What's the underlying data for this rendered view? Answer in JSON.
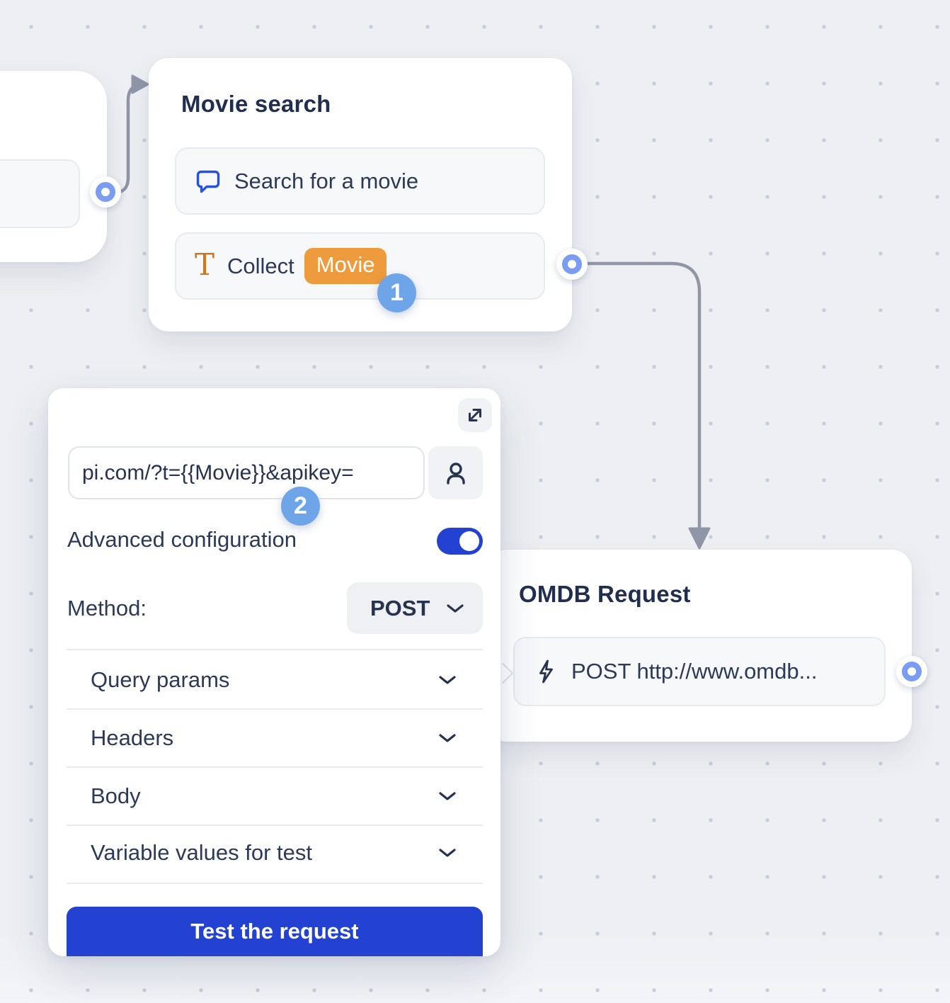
{
  "canvas": {
    "nodes": {
      "previous_node_partial": {
        "title": "",
        "note": ""
      },
      "movie_search": {
        "title": "Movie search",
        "blocks": [
          {
            "icon": "chat-bubble-icon",
            "label": "Search for a movie"
          },
          {
            "icon": "text-collect-icon",
            "icon_glyph": "T",
            "label": "Collect",
            "variable_tag": "Movie"
          }
        ]
      },
      "omdb_request": {
        "title": "OMDB Request",
        "blocks": [
          {
            "icon": "lightning-icon",
            "label": "POST http://www.omdb..."
          }
        ]
      }
    },
    "step_badges": {
      "one": "1",
      "two": "2"
    },
    "editor_panel": {
      "expand_icon": "expand-diagonal-icon",
      "url_field": {
        "value": "pi.com/?t={{Movie}}&apikey=",
        "action_icon": "person-icon"
      },
      "advanced_configuration": {
        "label": "Advanced configuration",
        "enabled": true
      },
      "method": {
        "label": "Method:",
        "value": "POST"
      },
      "sections": [
        {
          "label": "Query params"
        },
        {
          "label": "Headers"
        },
        {
          "label": "Body"
        },
        {
          "label": "Variable values for test"
        }
      ],
      "test_button": {
        "label": "Test the request"
      }
    },
    "colors": {
      "background": "#edeff2",
      "dot_grid": "#c6cdda",
      "accent_blue": "#2342d1",
      "step_badge_blue": "#6ea5e9",
      "variable_orange": "#ee9b3d",
      "icon_orange": "#c9791f",
      "chat_icon_blue": "#2451e0",
      "port_blue": "#7a9cf1",
      "connector_gray": "#8f96a8",
      "text_dark": "#202f50"
    }
  }
}
